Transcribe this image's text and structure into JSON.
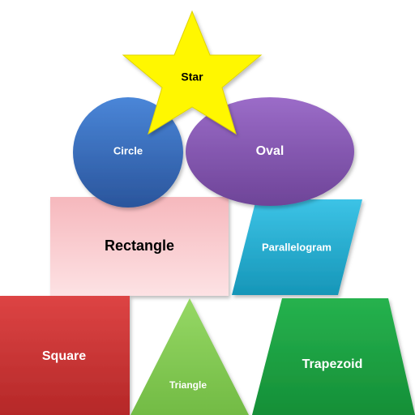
{
  "shapes": {
    "star": {
      "label": "Star",
      "color": "#fff700",
      "text_color": "#000000"
    },
    "circle": {
      "label": "Circle",
      "color": "#3a6fc0",
      "text_color": "#ffffff"
    },
    "oval": {
      "label": "Oval",
      "color": "#8a5ab8",
      "text_color": "#ffffff"
    },
    "rectangle": {
      "label": "Rectangle",
      "color": "#f7c0c4",
      "text_color": "#000000"
    },
    "parallelogram": {
      "label": "Parallelogram",
      "color": "#29b3d6",
      "text_color": "#ffffff"
    },
    "square": {
      "label": "Square",
      "color": "#cc3333",
      "text_color": "#ffffff"
    },
    "triangle": {
      "label": "Triangle",
      "color": "#86cc55",
      "text_color": "#ffffff"
    },
    "trapezoid": {
      "label": "Trapezoid",
      "color": "#1fa544",
      "text_color": "#ffffff"
    }
  }
}
